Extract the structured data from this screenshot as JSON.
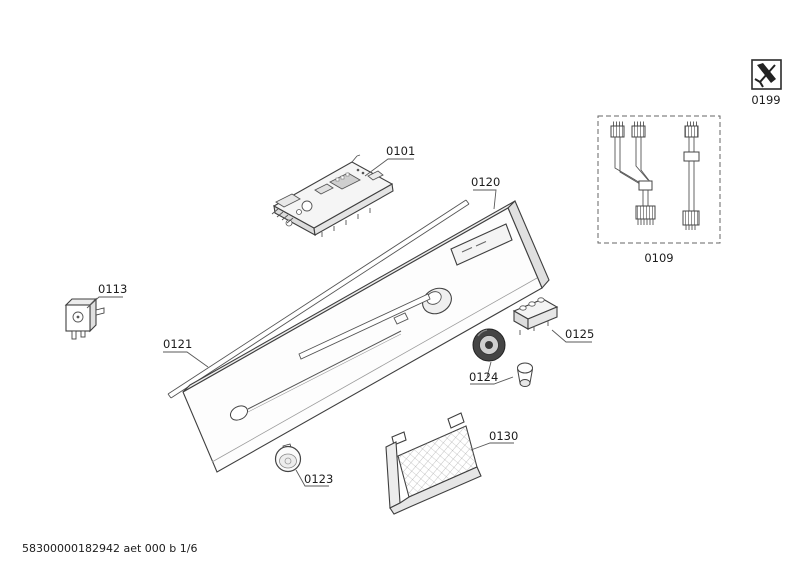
{
  "footer": "58300000182942 aet 000 b 1/6",
  "parts": {
    "p0101": "0101",
    "p0109": "0109",
    "p0113": "0113",
    "p0120": "0120",
    "p0121": "0121",
    "p0123": "0123",
    "p0124": "0124",
    "p0125": "0125",
    "p0130": "0130",
    "p0199": "0199"
  }
}
